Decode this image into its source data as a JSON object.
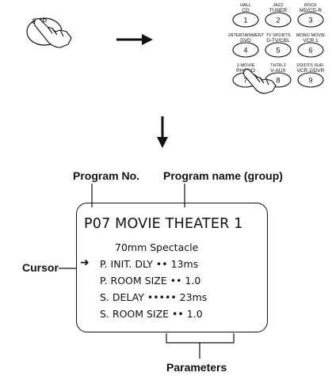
{
  "dsp_button": {
    "label": "DSP"
  },
  "remote_keys": [
    {
      "top": "HALL",
      "name": "CD",
      "num": "1"
    },
    {
      "top": "JAZZ",
      "name": "TUNER",
      "num": "2"
    },
    {
      "top": "ROCK",
      "name": "MD/CD-R",
      "num": "3"
    },
    {
      "top": "ENTERTAINMENT",
      "name": "DVD",
      "num": "4"
    },
    {
      "top": "TV SPORTS",
      "name": "D-TV/CBL",
      "num": "5"
    },
    {
      "top": "MONO MOVIE",
      "name": "VCR 1",
      "num": "6"
    },
    {
      "top": "1-MOVIE",
      "name": "PHONO",
      "num": "7"
    },
    {
      "top": "THTR-2",
      "name": "V-AUX",
      "num": "8"
    },
    {
      "top": "DD/DTS SUR.",
      "name": "VCR 2/DVR",
      "num": "9"
    }
  ],
  "labels": {
    "program_no": "Program No.",
    "program_name": "Program name (group)",
    "cursor": "Cursor",
    "parameters": "Parameters"
  },
  "display": {
    "title": "P07 MOVIE THEATER 1",
    "subtitle": "70mm Spectacle",
    "cursor_arrow": "➜",
    "lines": [
      "P. INIT. DLY •• 13ms",
      "P. ROOM SIZE •• 1.0",
      "S. DELAY ••••• 23ms",
      "S. ROOM SIZE •• 1.0"
    ]
  }
}
